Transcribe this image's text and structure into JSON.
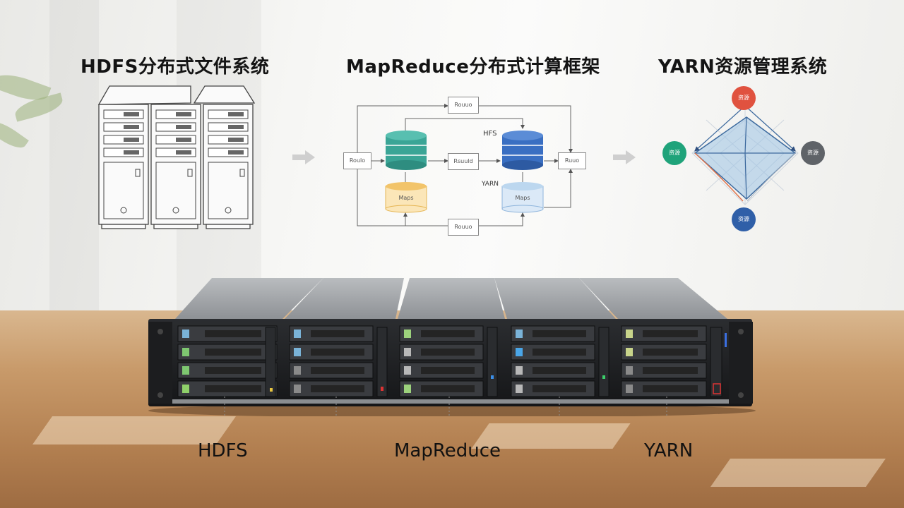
{
  "sections": [
    {
      "title": "HDFS分布式文件系统",
      "label": "HDFS"
    },
    {
      "title": "MapReduce分布式计算框架",
      "label": "MapReduce"
    },
    {
      "title": "YARN资源管理系统",
      "label": "YARN"
    }
  ],
  "mapreduce_diagram": {
    "top_box": "Rouuo",
    "left_box": "Roulo",
    "middle_box": "Rsuuld",
    "right_box": "Ruuo",
    "bottom_box": "Rouuo",
    "hdfs_label": "HFS",
    "yarn_label": "YARN",
    "left_store": "Maps",
    "right_store": "Maps",
    "colors": {
      "teal": "#3aa596",
      "blue": "#3a6fc2",
      "yellow": "#f2c46a",
      "lightblue": "#bcd7ef"
    }
  },
  "yarn_diagram": {
    "nodes": [
      {
        "label": "资源",
        "color": "#e0523f"
      },
      {
        "label": "资源",
        "color": "#1fa37a"
      },
      {
        "label": "资源",
        "color": "#5f6368"
      },
      {
        "label": "资源",
        "color": "#2f5fa8"
      }
    ]
  }
}
